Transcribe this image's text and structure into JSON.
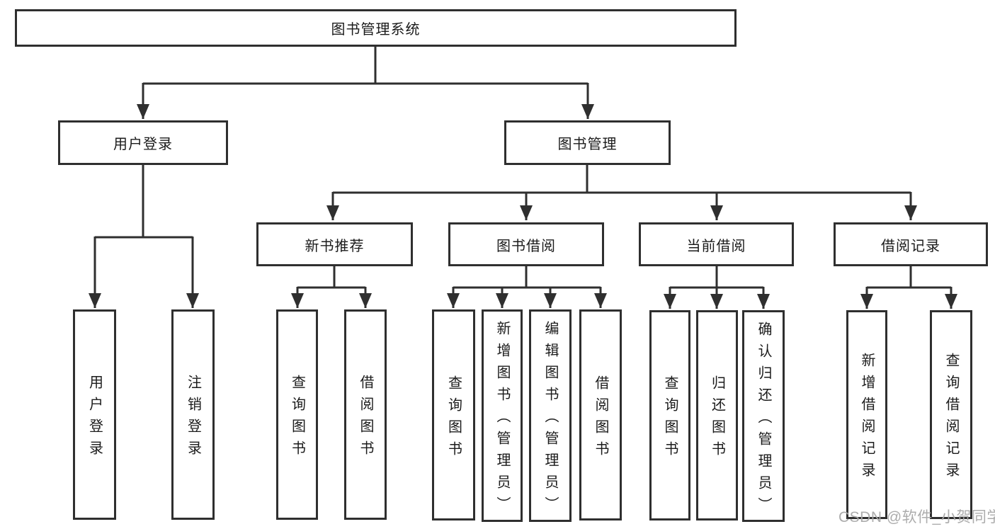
{
  "tree": {
    "root": {
      "label": "图书管理系统",
      "children": [
        {
          "label": "用户登录",
          "children": [
            {
              "label": "用户登录"
            },
            {
              "label": "注销登录"
            }
          ]
        },
        {
          "label": "图书管理",
          "children": [
            {
              "label": "新书推荐",
              "children": [
                {
                  "label": "查询图书"
                },
                {
                  "label": "借阅图书"
                }
              ]
            },
            {
              "label": "图书借阅",
              "children": [
                {
                  "label": "查询图书"
                },
                {
                  "label": "新增图书（管理员）"
                },
                {
                  "label": "编辑图书（管理员）"
                },
                {
                  "label": "借阅图书"
                }
              ]
            },
            {
              "label": "当前借阅",
              "children": [
                {
                  "label": "查询图书"
                },
                {
                  "label": "归还图书"
                },
                {
                  "label": "确认归还（管理员）"
                }
              ]
            },
            {
              "label": "借阅记录",
              "children": [
                {
                  "label": "新增借阅记录"
                },
                {
                  "label": "查询借阅记录"
                }
              ]
            }
          ]
        }
      ]
    }
  },
  "styles": {
    "line_color": "#2f2f2f",
    "box_border_color": "#2f2f2f",
    "text_color": "#1b1b1b",
    "watermark_color": "#a8a8a8"
  },
  "watermark": {
    "text": "CSDN @软件_小贺同学"
  }
}
